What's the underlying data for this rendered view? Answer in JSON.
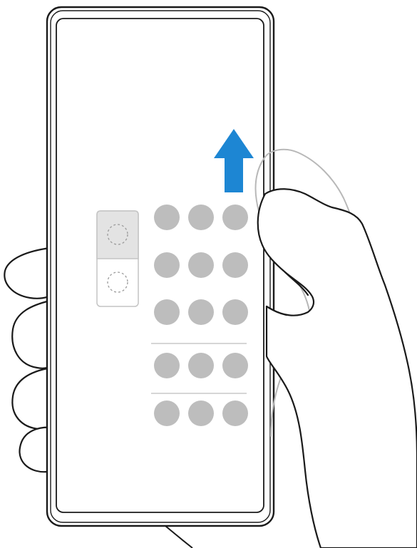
{
  "illustration": {
    "subject": "hand-swipe-up-gesture",
    "gesture_direction": "up",
    "colors": {
      "outline": "#1a1a1a",
      "ghost_outline": "#b8b8b8",
      "arrow": "#1d86d3",
      "dot": "#bdbdbd",
      "panel_top": "#e3e3e3",
      "panel_border": "#c4c4c4",
      "divider": "#c8c8c8"
    },
    "app_grid": {
      "rows": 5,
      "columns": 3,
      "divider_count": 2
    },
    "split_panel": {
      "sections": 2
    }
  }
}
